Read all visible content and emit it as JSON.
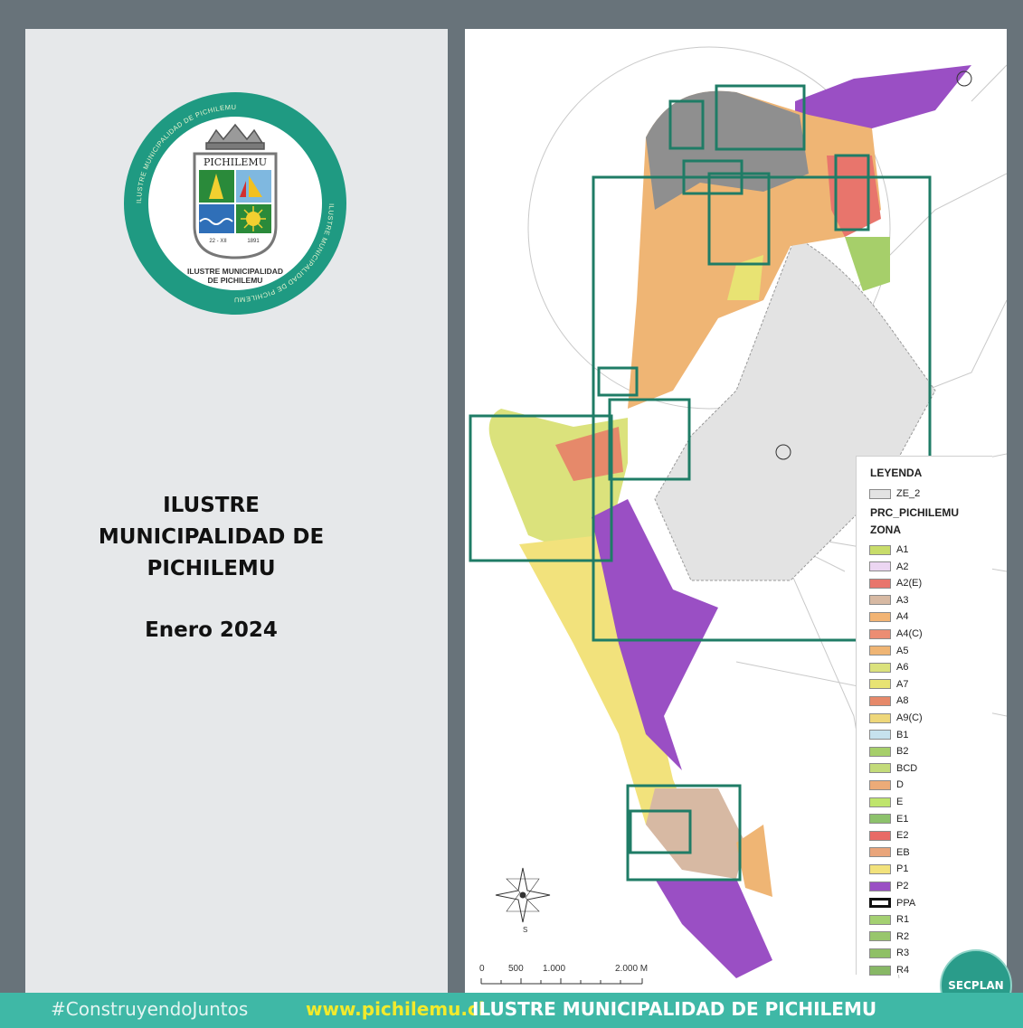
{
  "title": {
    "lines": [
      "ILUSTRE",
      "MUNICIPALIDAD DE",
      "PICHILEMU"
    ],
    "date": "Enero 2024"
  },
  "seal": {
    "ring_text": "ILUSTRE MUNICIPALIDAD DE PICHILEMU",
    "top_label": "PICHILEMU",
    "date_left": "22 - XII",
    "date_right": "1891",
    "bottom_line1": "ILUSTRE MUNICIPALIDAD",
    "bottom_line2": "DE PICHILEMU"
  },
  "legend": {
    "title": "LEYENDA",
    "ze_label": "ZE_2",
    "layer_label": "PRC_PICHILEMU",
    "zone_label": "ZONA",
    "zones": [
      {
        "code": "A1",
        "color": "#c8dc6a"
      },
      {
        "code": "A2",
        "color": "#ecd6f2"
      },
      {
        "code": "A2(E)",
        "color": "#e8756c"
      },
      {
        "code": "A3",
        "color": "#d7b9a3"
      },
      {
        "code": "A4",
        "color": "#f2b474"
      },
      {
        "code": "A4(C)",
        "color": "#ec8d73"
      },
      {
        "code": "A5",
        "color": "#efb574"
      },
      {
        "code": "A6",
        "color": "#dbe27c"
      },
      {
        "code": "A7",
        "color": "#e8e373"
      },
      {
        "code": "A8",
        "color": "#e6896a"
      },
      {
        "code": "A9(C)",
        "color": "#eed77a"
      },
      {
        "code": "B1",
        "color": "#c6e2ee"
      },
      {
        "code": "B2",
        "color": "#a6cf6a"
      },
      {
        "code": "BCD",
        "color": "#c3db7a"
      },
      {
        "code": "D",
        "color": "#ecab78"
      },
      {
        "code": "E",
        "color": "#bfe56c"
      },
      {
        "code": "E1",
        "color": "#8dc26c"
      },
      {
        "code": "E2",
        "color": "#e86a66"
      },
      {
        "code": "EB",
        "color": "#e9a57b"
      },
      {
        "code": "P1",
        "color": "#f2e27c"
      },
      {
        "code": "P2",
        "color": "#9a4fc4"
      },
      {
        "code": "PPA",
        "color": "#ffffff"
      },
      {
        "code": "R1",
        "color": "#a4d072"
      },
      {
        "code": "R2",
        "color": "#98c66c"
      },
      {
        "code": "R3",
        "color": "#8fc065"
      },
      {
        "code": "R4",
        "color": "#88b866"
      }
    ]
  },
  "scale": {
    "labels": [
      "0",
      "500",
      "1.000",
      "2.000 M"
    ]
  },
  "compass": {
    "south": "S"
  },
  "footer": {
    "hashtag": "#ConstruyendoJuntos",
    "url": "www.pichilemu.cl",
    "org": "ILUSTRE MUNICIPALIDAD DE PICHILEMU"
  },
  "secplan": {
    "label": "SECPLAN"
  },
  "colors": {
    "frame": "#68737a",
    "panel": "#e6e8ea",
    "accent": "#1f9a82",
    "frame_boxes": "#1f7c66",
    "footer": "#3fb8a6",
    "footer_url": "#f2ea2c"
  }
}
